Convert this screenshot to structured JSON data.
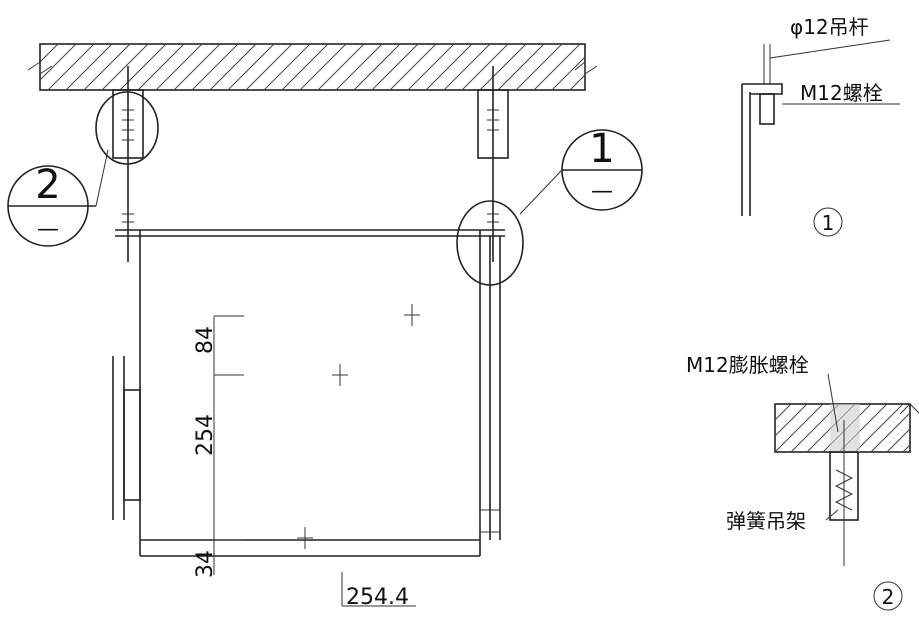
{
  "labels": {
    "rod": "φ12吊杆",
    "bolt": "M12螺栓",
    "expansion_bolt": "M12膨胀螺栓",
    "spring_hanger": "弹簧吊架"
  },
  "callouts": {
    "left_num": "2",
    "left_sub": "—",
    "right_num": "1",
    "right_sub": "—",
    "detail1": "1",
    "detail2": "2"
  },
  "dimensions": {
    "d84": "84",
    "d254": "254",
    "d34": "34",
    "d2544": "254.4"
  }
}
